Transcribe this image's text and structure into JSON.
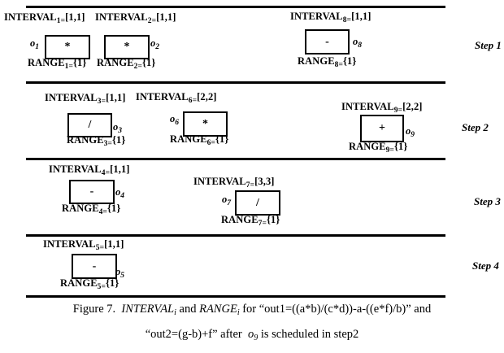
{
  "figure": {
    "ink_color": "#000000",
    "background_color": "#ffffff",
    "steps": [
      {
        "label": "Step 1"
      },
      {
        "label": "Step 2"
      },
      {
        "label": "Step 3"
      },
      {
        "label": "Step 4"
      }
    ],
    "ops": [
      {
        "iname": "INTERVAL",
        "isub": "1=",
        "ival": "[1,1]",
        "op": "*",
        "o": "o",
        "osub": "1",
        "rname": "RANGE",
        "rsub": "1=",
        "rval": "{1}"
      },
      {
        "iname": "INTERVAL",
        "isub": "2=",
        "ival": "[1,1]",
        "op": "*",
        "o": "o",
        "osub": "2",
        "rname": "RANGE",
        "rsub": "2=",
        "rval": "{1}"
      },
      {
        "iname": "INTERVAL",
        "isub": "8=",
        "ival": "[1,1]",
        "op": "-",
        "o": "o",
        "osub": "8",
        "rname": "RANGE",
        "rsub": "8=",
        "rval": "{1}"
      },
      {
        "iname": "INTERVAL",
        "isub": "3=",
        "ival": "[1,1]",
        "op": "/",
        "o": "o",
        "osub": "3",
        "rname": "RANGE",
        "rsub": "3=",
        "rval": "{1}"
      },
      {
        "iname": "INTERVAL",
        "isub": "6=",
        "ival": "[2,2]",
        "op": "*",
        "o": "o",
        "osub": "6",
        "rname": "RANGE",
        "rsub": "6=",
        "rval": "{1}"
      },
      {
        "iname": "INTERVAL",
        "isub": "9=",
        "ival": "[2,2]",
        "op": "+",
        "o": "o",
        "osub": "9",
        "rname": "RANGE",
        "rsub": "9=",
        "rval": "{1}"
      },
      {
        "iname": "INTERVAL",
        "isub": "4=",
        "ival": "[1,1]",
        "op": "-",
        "o": "o",
        "osub": "4",
        "rname": "RANGE",
        "rsub": "4=",
        "rval": "{1}"
      },
      {
        "iname": "INTERVAL",
        "isub": "7=",
        "ival": "[3,3]",
        "op": "/",
        "o": "o",
        "osub": "7",
        "rname": "RANGE",
        "rsub": "7=",
        "rval": "{1}"
      },
      {
        "iname": "INTERVAL",
        "isub": "5=",
        "ival": "[1,1]",
        "op": "-",
        "o": "o",
        "osub": "5",
        "rname": "RANGE",
        "rsub": "5=",
        "rval": "{1}"
      }
    ],
    "caption": {
      "fig_label": "Figure 7.  ",
      "interval_word": "INTERVAL",
      "interval_sub": "i",
      "and_text": " and ",
      "range_word": "RANGE",
      "range_sub": "i",
      "for_text": " for “out1=((a*b)/(c*d))-a-((e*f)/b)” and",
      "line2_start": "“out2=(g-b)+f” after  ",
      "o_word": "o",
      "o_sub": "9",
      "line2_end": " is scheduled in step2"
    }
  }
}
